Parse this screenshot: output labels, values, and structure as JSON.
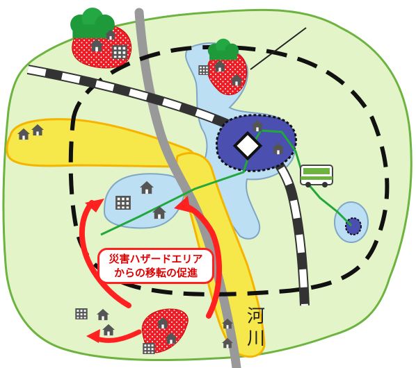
{
  "callout": {
    "line1": "災害ハザードエリア",
    "line2": "からの移転の促進"
  },
  "river_label": {
    "char1": "河",
    "char2": "川"
  },
  "colors": {
    "land": "#e3f4c8",
    "land_border": "#6db33f",
    "water_zone": "#bcdff3",
    "water_border": "#7fa6c4",
    "hazard_zone": "#f6e84a",
    "hazard_border": "#f5b400",
    "red_zone": "#ee1c25",
    "core_zone": "#4a4fb0",
    "transit_line": "#22a83a",
    "arrow": "#ff2020",
    "rail_dark": "#333333",
    "road": "#999999"
  },
  "icons": [
    "house-icon",
    "building-icon",
    "tree-icon",
    "bus-icon",
    "station-icon"
  ]
}
